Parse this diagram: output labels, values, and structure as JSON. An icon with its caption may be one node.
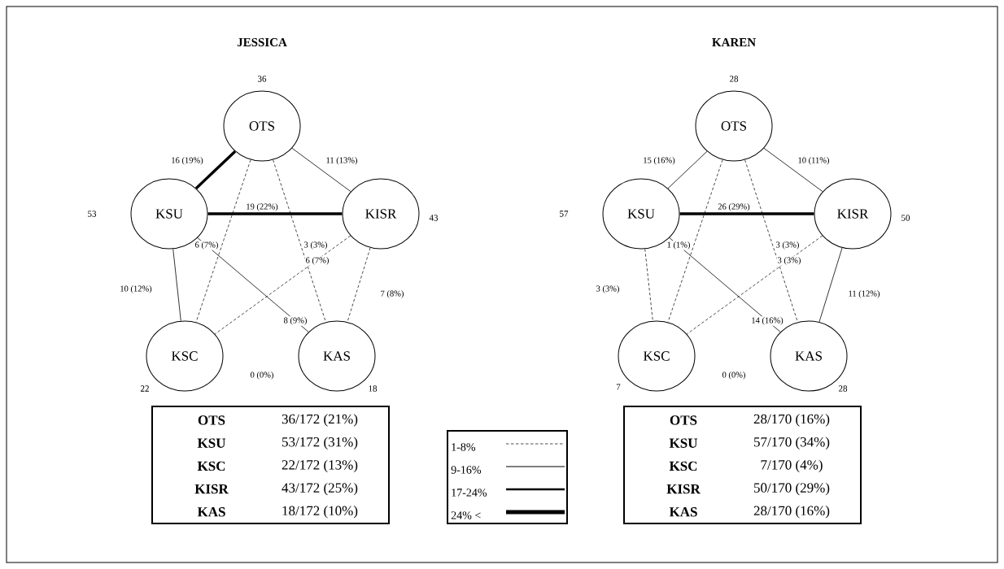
{
  "diagram": {
    "nodes": [
      {
        "text": [
          "OTS"
        ],
        "beside": [
          "36"
        ]
      },
      {
        "text": [
          "KSU"
        ],
        "beside": [
          "53"
        ]
      },
      {
        "text": [
          "KISR"
        ],
        "beside": [
          "43"
        ]
      },
      {
        "text": [
          "KSC"
        ],
        "beside": [
          "22"
        ]
      },
      {
        "text": [
          "KAS"
        ],
        "beside": [
          "18"
        ]
      },
      {
        "text": [
          "OTS"
        ],
        "beside": [
          "28"
        ]
      },
      {
        "text": [
          "KSU"
        ],
        "beside": [
          "57"
        ]
      },
      {
        "text": [
          "KISR"
        ],
        "beside": [
          "50"
        ]
      },
      {
        "text": [
          "KSC"
        ],
        "beside": [
          "7"
        ]
      },
      {
        "text": [
          "KAS"
        ],
        "beside": [
          "28"
        ]
      }
    ],
    "edges": [
      {
        "from": 0,
        "to": 1,
        "arrow": "none",
        "label": "16 (19%)",
        "style": "thick"
      },
      {
        "from": 0,
        "to": 2,
        "arrow": "none",
        "label": "11 (13%)"
      },
      {
        "from": 1,
        "to": 2,
        "arrow": "none",
        "label": "19 (22%)",
        "style": "thick"
      },
      {
        "from": 0,
        "to": 3,
        "arrow": "none",
        "label": "6 (7%)",
        "style": "dashed"
      },
      {
        "from": 0,
        "to": 4,
        "arrow": "none",
        "label": "3 (3%)",
        "style": "dashed"
      },
      {
        "from": 1,
        "to": 3,
        "arrow": "none",
        "label": "10 (12%)"
      },
      {
        "from": 1,
        "to": 4,
        "arrow": "none",
        "label": "8 (9%)"
      },
      {
        "from": 2,
        "to": 3,
        "arrow": "none",
        "label": "6 (7%)",
        "style": "dashed"
      },
      {
        "from": 2,
        "to": 4,
        "arrow": "none",
        "label": "7 (8%)",
        "style": "dashed"
      },
      {
        "from": 5,
        "to": 6,
        "arrow": "none",
        "label": "15 (16%)"
      },
      {
        "from": 5,
        "to": 7,
        "arrow": "none",
        "label": "10 (11%)"
      },
      {
        "from": 6,
        "to": 7,
        "arrow": "none",
        "label": "26 (29%)",
        "style": "thick"
      },
      {
        "from": 5,
        "to": 8,
        "arrow": "none",
        "label": "1 (1%)",
        "style": "dashed"
      },
      {
        "from": 5,
        "to": 9,
        "arrow": "none",
        "label": "3 (3%)",
        "style": "dashed"
      },
      {
        "from": 6,
        "to": 8,
        "arrow": "none",
        "label": "3 (3%)",
        "style": "dashed"
      },
      {
        "from": 6,
        "to": 9,
        "arrow": "none",
        "label": "14 (16%)"
      },
      {
        "from": 7,
        "to": 8,
        "arrow": "none",
        "label": "3 (3%)",
        "style": "dashed"
      },
      {
        "from": 7,
        "to": 9,
        "arrow": "none",
        "label": "11 (12%)"
      }
    ],
    "labels": [
      "JESSICA",
      "KAREN",
      "0 (0%)",
      "0 (0%)",
      "OTS",
      "36/172 (21%)",
      "KSU",
      "53/172 (31%)",
      "KSC",
      "22/172 (13%)",
      "KISR",
      "43/172 (25%)",
      "KAS",
      "18/172 (10%)",
      "OTS",
      "28/170 (16%)",
      "KSU",
      "57/170 (34%)",
      "KSC",
      "7/170 (4%)",
      "KISR",
      "50/170 (29%)",
      "KAS",
      "28/170 (16%)"
    ],
    "legend": [
      {
        "text": "1-8%"
      },
      {
        "text": "9-16%"
      },
      {
        "text": "17-24%"
      },
      {
        "text": "24% <"
      }
    ]
  }
}
